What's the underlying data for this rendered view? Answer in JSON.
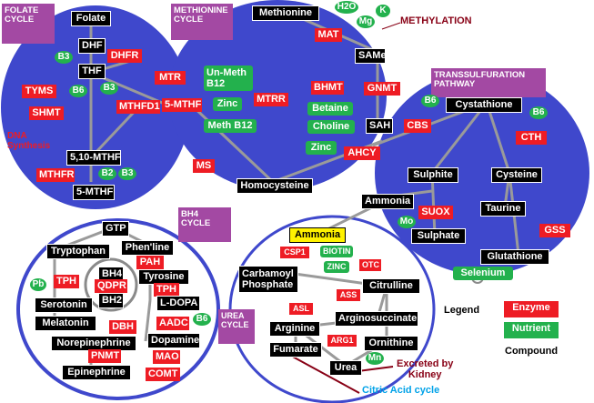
{
  "cycles": {
    "folate": "FOLATE\nCYCLE",
    "methionine": "METHIONINE\nCYCLE",
    "transsulfuration": "TRANSSULFURATION\nPATHWAY",
    "bh4": "BH4\nCYCLE",
    "urea": "UREA\nCYCLE"
  },
  "labels": {
    "methylation": "METHYLATION",
    "dna_synthesis": "DNA\nSynthesis",
    "excreted": "Excreted by\nKidney",
    "citric_acid": "Citric Acid cycle",
    "legend_title": "Legend"
  },
  "legend": {
    "enzyme": "Enzyme",
    "nutrient": "Nutrient",
    "compound": "Compound"
  },
  "folate": {
    "folate": "Folate",
    "dhf": "DHF",
    "thf": "THF",
    "mthf_5_10": "5,10-MTHF",
    "mthf_5": "5-MTHF",
    "dhfr": "DHFR",
    "tyms": "TYMS",
    "shmt": "SHMT",
    "mthfd1": "MTHFD1",
    "mthfr": "MTHFR",
    "b3_a": "B3",
    "b6": "B6",
    "b3_b": "B3",
    "b2": "B2",
    "b3_c": "B3"
  },
  "methionine": {
    "methionine": "Methionine",
    "mat": "MAT",
    "mtr": "MTR",
    "mthf5": "5-MTHF",
    "ms": "MS",
    "unmeth_b12": "Un-Meth\nB12",
    "zinc_a": "Zinc",
    "meth_b12": "Meth B12",
    "mtrr": "MTRR",
    "bhmt": "BHMT",
    "gnmt": "GNMT",
    "betaine": "Betaine",
    "choline": "Choline",
    "zinc_b": "Zinc",
    "same": "SAMe",
    "sah": "SAH",
    "ahcy": "AHCY",
    "homocysteine": "Homocysteine",
    "h2o": "H2O",
    "mg": "Mg",
    "k": "K"
  },
  "trans": {
    "cystathione": "Cystathione",
    "cbs": "CBS",
    "b6_a": "B6",
    "b6_b": "B6",
    "cth": "CTH",
    "sulphite": "Sulphite",
    "cysteine": "Cysteine",
    "suox": "SUOX",
    "mo": "Mo",
    "sulphate": "Sulphate",
    "taurine": "Taurine",
    "gss": "GSS",
    "glutathione": "Glutathione",
    "selenium": "Selenium",
    "ammonia": "Ammonia"
  },
  "bh4": {
    "gtp": "GTP",
    "tryptophan": "Tryptophan",
    "phenline": "Phen'line",
    "pah": "PAH",
    "tyrosine": "Tyrosine",
    "tph_a": "TPH",
    "tph_b": "TPH",
    "pb": "Pb",
    "bh4": "BH4",
    "qdpr": "QDPR",
    "bh2": "BH2",
    "serotonin": "Serotonin",
    "melatonin": "Melatonin",
    "ldopa": "L-DOPA",
    "aadc": "AADC",
    "b6": "B6",
    "dbh": "DBH",
    "dopamine": "Dopamine",
    "norepinephrine": "Norepinephrine",
    "mao": "MAO",
    "pnmt": "PNMT",
    "epinephrine": "Epinephrine",
    "comt": "COMT"
  },
  "urea": {
    "ammonia": "Ammonia",
    "csp1": "CSP1",
    "biotin": "BIOTIN",
    "zinc": "ZINC",
    "otc": "OTC",
    "carbamoyl": "Carbamoyl\nPhosphate",
    "citrulline": "Citrulline",
    "ass": "ASS",
    "asl": "ASL",
    "arginosuccinate": "Arginosuccinate",
    "arginine": "Arginine",
    "fumarate": "Fumarate",
    "arg1": "ARG1",
    "ornithine": "Ornithine",
    "mn": "Mn",
    "urea": "Urea"
  },
  "colors": {
    "enzyme": "#ee1c24",
    "nutrient": "#23b14d",
    "compound": "#000000",
    "cycle_label": "#a349a3",
    "pathway_fill": "#3f48cc",
    "methylation_text": "#880015",
    "citric_text": "#00a2e8",
    "ammonia_highlight": "#fff200"
  }
}
